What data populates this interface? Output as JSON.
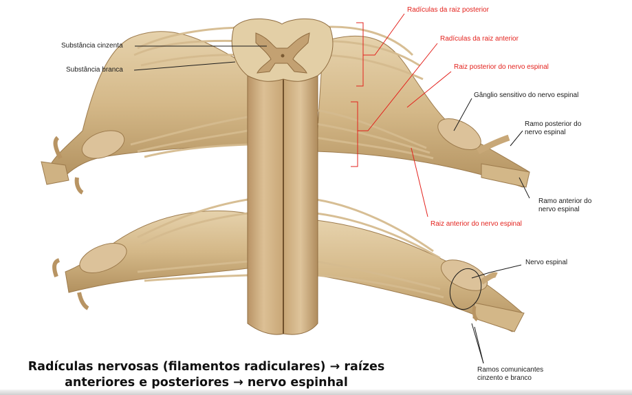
{
  "labels": {
    "substancia_cinzenta": "Substância cinzenta",
    "substancia_branca": "Substância branca",
    "radiculas_posterior": "Radículas da raiz posterior",
    "radiculas_anterior": "Radículas da raiz anterior",
    "raiz_posterior": "Raiz posterior do nervo espinal",
    "ganglio": "Gânglio sensitivo do nervo espinal",
    "ramo_posterior": [
      "Ramo posterior do",
      "nervo espinal"
    ],
    "ramo_anterior": [
      "Ramo anterior do",
      "nervo espinal"
    ],
    "raiz_anterior": "Raiz anterior do nervo espinal",
    "nervo_espinal": "Nervo espinal",
    "ramos_comunicantes": [
      "Ramos comunicantes",
      "cinzento e branco"
    ]
  },
  "caption": {
    "line1": "Radículas nervosas (filamentos radiculares) → raízes",
    "line2": "anteriores e posteriores → nervo espinhal"
  },
  "colors": {
    "tissue": "#d9bf91",
    "tissue_dark": "#a88555",
    "tissue_light": "#ecdcbb",
    "label_black": "#1a1a1a",
    "label_red": "#e3211c"
  }
}
